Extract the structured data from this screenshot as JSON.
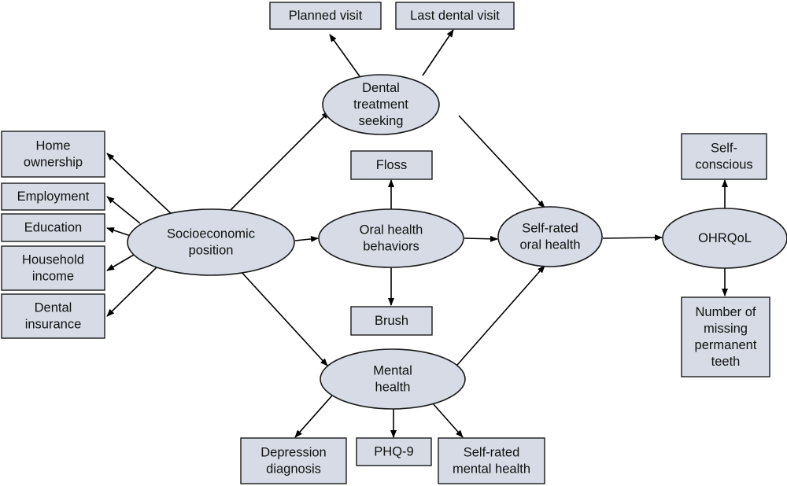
{
  "nodes": [
    {
      "id": "planned-visit",
      "shape": "box",
      "lines": [
        "Planned visit"
      ]
    },
    {
      "id": "last-dental-visit",
      "shape": "box",
      "lines": [
        "Last dental visit"
      ]
    },
    {
      "id": "dental-treatment-seeking",
      "shape": "ellipse",
      "lines": [
        "Dental",
        "treatment",
        "seeking"
      ]
    },
    {
      "id": "home-ownership",
      "shape": "box",
      "lines": [
        "Home",
        "ownership"
      ]
    },
    {
      "id": "employment",
      "shape": "box",
      "lines": [
        "Employment"
      ]
    },
    {
      "id": "education",
      "shape": "box",
      "lines": [
        "Education"
      ]
    },
    {
      "id": "household-income",
      "shape": "box",
      "lines": [
        "Household",
        "income"
      ]
    },
    {
      "id": "dental-insurance",
      "shape": "box",
      "lines": [
        "Dental",
        "insurance"
      ]
    },
    {
      "id": "socioeconomic-position",
      "shape": "ellipse",
      "lines": [
        "Socioeconomic",
        "position"
      ]
    },
    {
      "id": "floss",
      "shape": "box",
      "lines": [
        "Floss"
      ]
    },
    {
      "id": "oral-health-behaviors",
      "shape": "ellipse",
      "lines": [
        "Oral health",
        "behaviors"
      ]
    },
    {
      "id": "brush",
      "shape": "box",
      "lines": [
        "Brush"
      ]
    },
    {
      "id": "self-rated-oral-health",
      "shape": "ellipse",
      "lines": [
        "Self-rated",
        "oral health"
      ]
    },
    {
      "id": "ohrqol",
      "shape": "ellipse",
      "lines": [
        "OHRQoL"
      ]
    },
    {
      "id": "self-conscious",
      "shape": "box",
      "lines": [
        "Self-",
        "conscious"
      ]
    },
    {
      "id": "number-of-missing-permanent-teeth",
      "shape": "box",
      "lines": [
        "Number of",
        "missing",
        "permanent",
        "teeth"
      ]
    },
    {
      "id": "mental-health",
      "shape": "ellipse",
      "lines": [
        "Mental",
        "health"
      ]
    },
    {
      "id": "depression-diagnosis",
      "shape": "box",
      "lines": [
        "Depression",
        "diagnosis"
      ]
    },
    {
      "id": "phq-9",
      "shape": "box",
      "lines": [
        "PHQ-9"
      ]
    },
    {
      "id": "self-rated-mental-health",
      "shape": "box",
      "lines": [
        "Self-rated",
        "mental health"
      ]
    }
  ],
  "edges": [
    {
      "from": "dental-treatment-seeking",
      "to": "planned-visit"
    },
    {
      "from": "dental-treatment-seeking",
      "to": "last-dental-visit"
    },
    {
      "from": "socioeconomic-position",
      "to": "dental-treatment-seeking"
    },
    {
      "from": "socioeconomic-position",
      "to": "home-ownership"
    },
    {
      "from": "socioeconomic-position",
      "to": "employment"
    },
    {
      "from": "socioeconomic-position",
      "to": "education"
    },
    {
      "from": "socioeconomic-position",
      "to": "household-income"
    },
    {
      "from": "socioeconomic-position",
      "to": "dental-insurance"
    },
    {
      "from": "socioeconomic-position",
      "to": "oral-health-behaviors"
    },
    {
      "from": "socioeconomic-position",
      "to": "mental-health"
    },
    {
      "from": "oral-health-behaviors",
      "to": "floss"
    },
    {
      "from": "oral-health-behaviors",
      "to": "brush"
    },
    {
      "from": "oral-health-behaviors",
      "to": "self-rated-oral-health"
    },
    {
      "from": "dental-treatment-seeking",
      "to": "self-rated-oral-health"
    },
    {
      "from": "mental-health",
      "to": "self-rated-oral-health"
    },
    {
      "from": "self-rated-oral-health",
      "to": "ohrqol"
    },
    {
      "from": "ohrqol",
      "to": "self-conscious"
    },
    {
      "from": "ohrqol",
      "to": "number-of-missing-permanent-teeth"
    },
    {
      "from": "mental-health",
      "to": "depression-diagnosis"
    },
    {
      "from": "mental-health",
      "to": "phq-9"
    },
    {
      "from": "mental-health",
      "to": "self-rated-mental-health"
    }
  ]
}
